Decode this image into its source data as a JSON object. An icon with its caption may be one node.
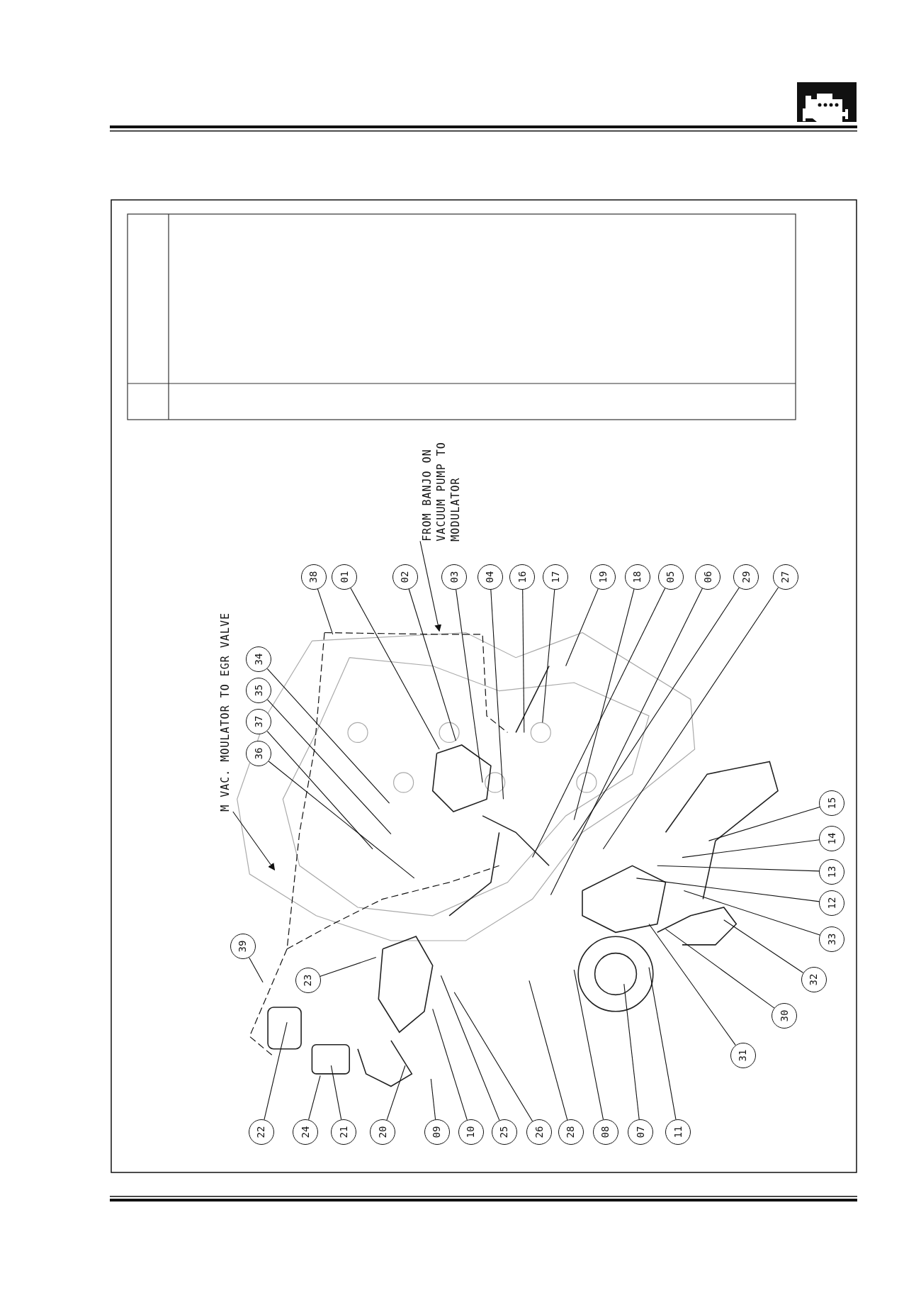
{
  "diagram": {
    "nodes": [
      {
        "text": [
          "38"
        ]
      },
      {
        "text": [
          "01"
        ]
      },
      {
        "text": [
          "02"
        ]
      },
      {
        "text": [
          "03"
        ]
      },
      {
        "text": [
          "04"
        ]
      },
      {
        "text": [
          "16"
        ]
      },
      {
        "text": [
          "17"
        ]
      },
      {
        "text": [
          "19"
        ]
      },
      {
        "text": [
          "18"
        ]
      },
      {
        "text": [
          "05"
        ]
      },
      {
        "text": [
          "06"
        ]
      },
      {
        "text": [
          "29"
        ]
      },
      {
        "text": [
          "27"
        ]
      },
      {
        "text": [
          "34"
        ]
      },
      {
        "text": [
          "35"
        ]
      },
      {
        "text": [
          "37"
        ]
      },
      {
        "text": [
          "36"
        ]
      },
      {
        "text": [
          "39"
        ]
      },
      {
        "text": [
          "23"
        ]
      },
      {
        "text": [
          "22"
        ]
      },
      {
        "text": [
          "24"
        ]
      },
      {
        "text": [
          "21"
        ]
      },
      {
        "text": [
          "20"
        ]
      },
      {
        "text": [
          "09"
        ]
      },
      {
        "text": [
          "10"
        ]
      },
      {
        "text": [
          "25"
        ]
      },
      {
        "text": [
          "26"
        ]
      },
      {
        "text": [
          "28"
        ]
      },
      {
        "text": [
          "08"
        ]
      },
      {
        "text": [
          "07"
        ]
      },
      {
        "text": [
          "11"
        ]
      },
      {
        "text": [
          "15"
        ]
      },
      {
        "text": [
          "14"
        ]
      },
      {
        "text": [
          "13"
        ]
      },
      {
        "text": [
          "12"
        ]
      },
      {
        "text": [
          "33"
        ]
      },
      {
        "text": [
          "32"
        ]
      },
      {
        "text": [
          "30"
        ]
      },
      {
        "text": [
          "31"
        ]
      },
      {
        "text": [
          "FROM BANJO ON VACUUM PUMP TO MODULATOR"
        ]
      },
      {
        "text": [
          "M VAC. MOULATOR TO EGR VALVE"
        ]
      }
    ],
    "edges": [
      {
        "from": 0,
        "to": null,
        "arrow": "none"
      },
      {
        "from": 1,
        "to": null,
        "arrow": "none"
      },
      {
        "from": 2,
        "to": null,
        "arrow": "none"
      },
      {
        "from": 3,
        "to": null,
        "arrow": "none"
      },
      {
        "from": 4,
        "to": null,
        "arrow": "none"
      },
      {
        "from": 5,
        "to": null,
        "arrow": "none"
      },
      {
        "from": 6,
        "to": null,
        "arrow": "none"
      },
      {
        "from": 7,
        "to": null,
        "arrow": "none"
      },
      {
        "from": 8,
        "to": null,
        "arrow": "none"
      },
      {
        "from": 9,
        "to": null,
        "arrow": "none"
      },
      {
        "from": 10,
        "to": null,
        "arrow": "none"
      },
      {
        "from": 11,
        "to": null,
        "arrow": "none"
      },
      {
        "from": 12,
        "to": null,
        "arrow": "none"
      },
      {
        "from": 13,
        "to": null,
        "arrow": "none"
      },
      {
        "from": 14,
        "to": null,
        "arrow": "none"
      },
      {
        "from": 15,
        "to": null,
        "arrow": "none"
      },
      {
        "from": 16,
        "to": null,
        "arrow": "none"
      },
      {
        "from": 17,
        "to": null,
        "arrow": "none"
      },
      {
        "from": 18,
        "to": null,
        "arrow": "none"
      },
      {
        "from": 19,
        "to": null,
        "arrow": "none"
      },
      {
        "from": 20,
        "to": null,
        "arrow": "none"
      },
      {
        "from": 21,
        "to": null,
        "arrow": "none"
      },
      {
        "from": 22,
        "to": null,
        "arrow": "none"
      },
      {
        "from": 23,
        "to": null,
        "arrow": "none"
      },
      {
        "from": 24,
        "to": null,
        "arrow": "none"
      },
      {
        "from": 25,
        "to": null,
        "arrow": "none"
      },
      {
        "from": 26,
        "to": null,
        "arrow": "none"
      },
      {
        "from": 27,
        "to": null,
        "arrow": "none"
      },
      {
        "from": 28,
        "to": null,
        "arrow": "none"
      },
      {
        "from": 29,
        "to": null,
        "arrow": "none"
      },
      {
        "from": 30,
        "to": null,
        "arrow": "none"
      },
      {
        "from": 31,
        "to": null,
        "arrow": "none"
      },
      {
        "from": 32,
        "to": null,
        "arrow": "none"
      },
      {
        "from": 33,
        "to": null,
        "arrow": "none"
      },
      {
        "from": 34,
        "to": null,
        "arrow": "none"
      },
      {
        "from": 35,
        "to": null,
        "arrow": "none"
      },
      {
        "from": 36,
        "to": null,
        "arrow": "none"
      },
      {
        "from": 37,
        "to": null,
        "arrow": "none"
      },
      {
        "from": 38,
        "to": null,
        "arrow": "none"
      },
      {
        "from": 39,
        "to": null,
        "arrow": "to"
      },
      {
        "from": 40,
        "to": null,
        "arrow": "to"
      }
    ]
  }
}
